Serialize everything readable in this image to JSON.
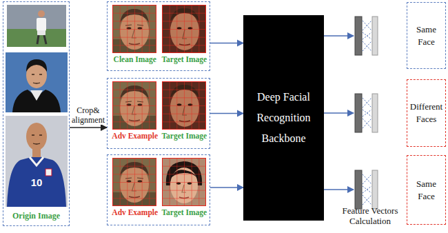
{
  "diagram": {
    "nodes": [
      {
        "text": [
          "Origin Image"
        ]
      },
      {
        "text": [
          "Clean Image",
          "Target Image"
        ]
      },
      {
        "text": [
          "Adv Example",
          "Target Image"
        ]
      },
      {
        "text": [
          "Adv Example",
          "Target Image"
        ]
      },
      {
        "text": [
          "Deep Facial Recognition Backbone"
        ]
      },
      {
        "text": [
          "Same Face"
        ]
      },
      {
        "text": [
          "Different Faces"
        ]
      },
      {
        "text": [
          "Same Face"
        ]
      }
    ],
    "edges": [
      {
        "from": 0,
        "to": 2,
        "arrow": "to",
        "label": "Crop& alignment"
      },
      {
        "from": 1,
        "to": 4,
        "arrow": "to"
      },
      {
        "from": 2,
        "to": 4,
        "arrow": "to"
      },
      {
        "from": 3,
        "to": 4,
        "arrow": "to"
      }
    ],
    "labels": [
      "Feature Vectors Calculation",
      "10"
    ]
  }
}
